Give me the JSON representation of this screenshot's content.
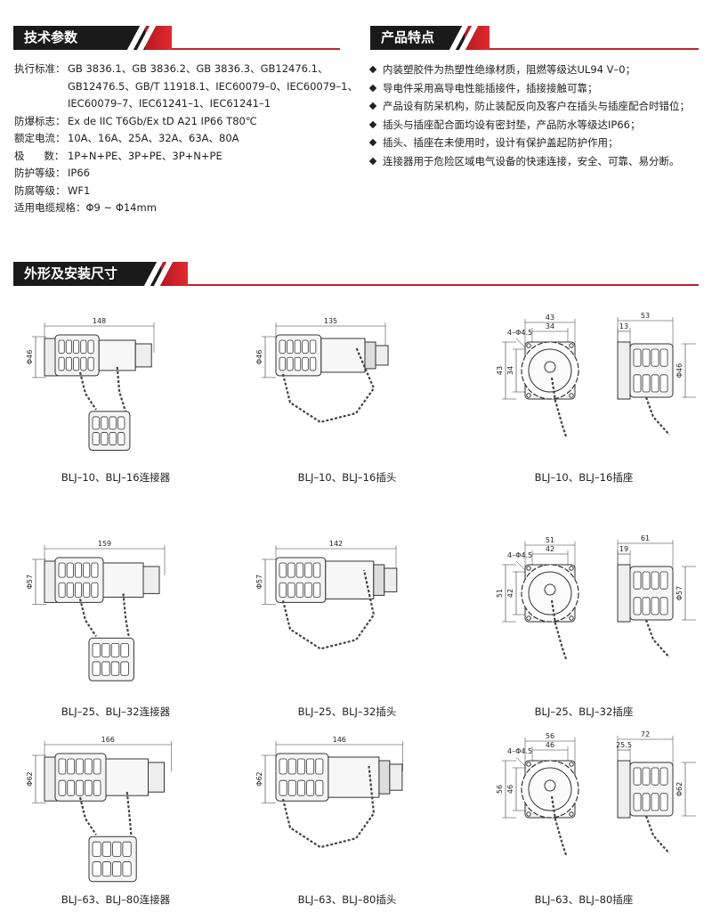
{
  "sections": {
    "tech": "技术参数",
    "features": "产品特点",
    "dims": "外形及安装尺寸"
  },
  "specs": {
    "standard_label": "执行标准：",
    "standard_lines": [
      "GB 3836.1、GB 3836.2、GB 3836.3、GB12476.1、",
      "GB12476.5、GB/T 11918.1、IEC60079–0、IEC60079–1、",
      "IEC60079–7、IEC61241–1、IEC61241–1"
    ],
    "rows": [
      {
        "label": "防爆标志：",
        "value": "Ex de IIC  T6Gb/Ex tD A21 IP66 T80℃"
      },
      {
        "label": "额定电流：",
        "value": "10A、16A、25A、32A、63A、80A"
      },
      {
        "label": "极      数：",
        "value": "1P+N+PE、3P+PE、3P+N+PE"
      },
      {
        "label": "防护等级：",
        "value": "IP66"
      },
      {
        "label": "防腐等级：",
        "value": "WF1"
      },
      {
        "label": "适用电缆规格：",
        "value": "Φ9 ~ Φ14mm"
      }
    ]
  },
  "features": [
    "内装塑胶件为热塑性绝缘材质，阻燃等级达UL94 V–0；",
    "导电件采用高导电性能插接件，插接接触可靠；",
    "产品设有防呆机构，防止装配反向及客户在插头与插座配合时错位；",
    "插头与插座配合面均设有密封垫，产品防水等级达IP66；",
    "插头、插座在未使用时，设计有保护盖起防护作用；",
    "连接器用于危险区域电气设备的快速连接，安全、可靠、易分断。"
  ],
  "drawings": [
    {
      "caption": "BLJ–10、BLJ–16连接器",
      "len": "148",
      "dia": "Φ46"
    },
    {
      "caption": "BLJ–10、BLJ–16插头",
      "len": "135",
      "dia": "Φ46"
    },
    {
      "caption": "BLJ–10、BLJ–16插座",
      "w": "43",
      "w2": "34",
      "holes": "4–Φ4.5",
      "h": "43",
      "h2": "34",
      "side": "53",
      "side2": "13",
      "dia": "Φ46"
    },
    {
      "caption": "BLJ–25、BLJ–32连接器",
      "len": "159",
      "dia": "Φ57"
    },
    {
      "caption": "BLJ–25、BLJ–32插头",
      "len": "142",
      "dia": "Φ57"
    },
    {
      "caption": "BLJ–25、BLJ–32插座",
      "w": "51",
      "w2": "42",
      "holes": "4–Φ4.5",
      "h": "51",
      "h2": "42",
      "side": "61",
      "side2": "19",
      "dia": "Φ57"
    },
    {
      "caption": "BLJ–63、BLJ–80连接器",
      "len": "166",
      "dia": "Φ62"
    },
    {
      "caption": "BLJ–63、BLJ–80插头",
      "len": "146",
      "dia": "Φ62"
    },
    {
      "caption": "BLJ–63、BLJ–80插座",
      "w": "56",
      "w2": "46",
      "holes": "4–Φ4.5",
      "h": "56",
      "h2": "46",
      "side": "72",
      "side2": "25.5",
      "dia": "Φ62"
    }
  ]
}
